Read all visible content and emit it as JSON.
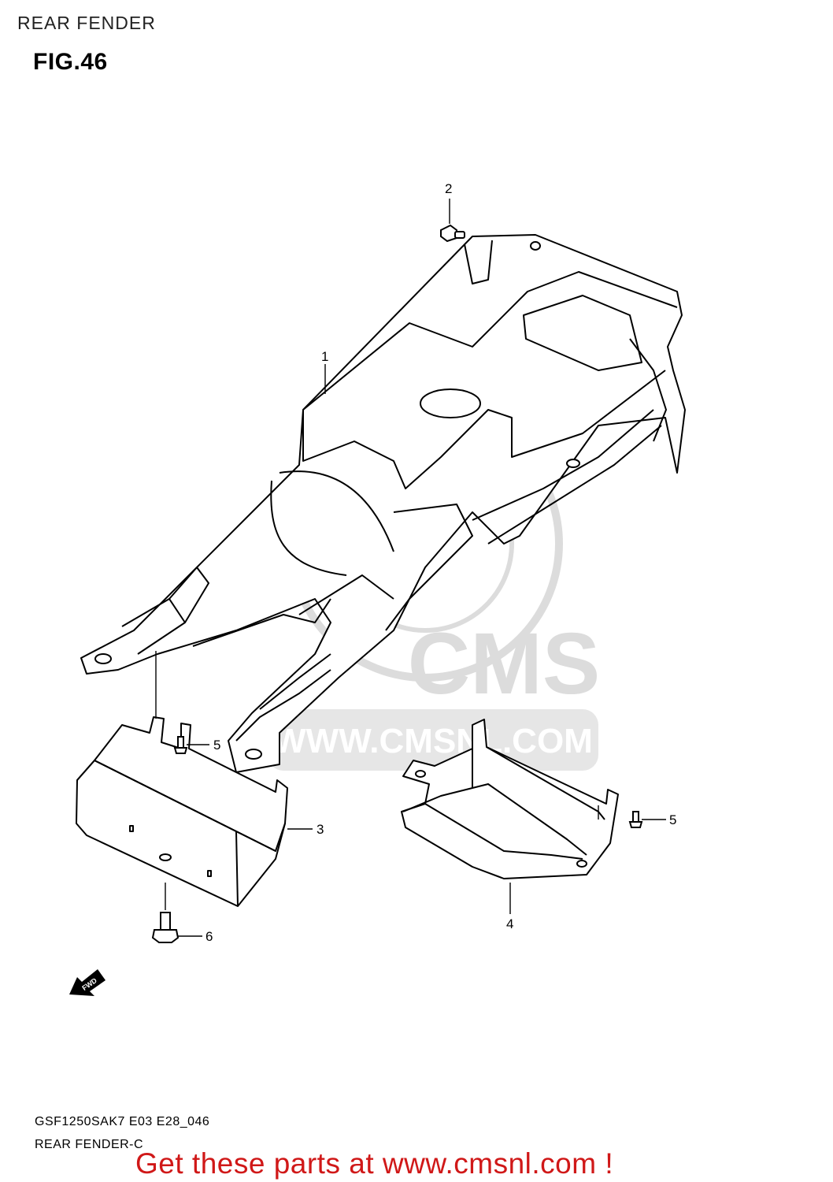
{
  "header": {
    "section_title": "REAR FENDER"
  },
  "figure": {
    "number_label": "FIG.46"
  },
  "callouts": [
    {
      "id": "1",
      "label": "1"
    },
    {
      "id": "2",
      "label": "2"
    },
    {
      "id": "3",
      "label": "3"
    },
    {
      "id": "4",
      "label": "4"
    },
    {
      "id": "5a",
      "label": "5"
    },
    {
      "id": "5b",
      "label": "5"
    },
    {
      "id": "6",
      "label": "6"
    }
  ],
  "fwd_arrow": {
    "label": "FWD"
  },
  "watermark": {
    "brand": "CMS",
    "url": "WWW.CMSNL.COM"
  },
  "footer": {
    "model_code": "GSF1250SAK7 E03 E28_046",
    "diagram_name": "REAR FENDER-C",
    "promo_text": "Get these parts at www.cmsnl.com !"
  },
  "colors": {
    "line": "#000000",
    "watermark": "#d9d9d9",
    "promo": "#d01818"
  }
}
